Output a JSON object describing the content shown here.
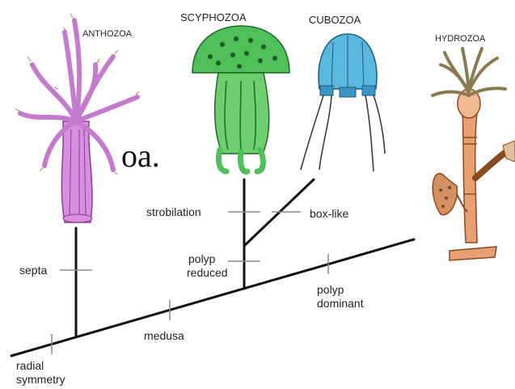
{
  "taxa": {
    "anthozoa": "ANTHOZOA",
    "scyphozoa": "SCYPHOZOA",
    "cubozoa": "CUBOZOA",
    "hydrozoa": "HYDROZOA"
  },
  "traits": {
    "radial_symmetry_1": "radial",
    "radial_symmetry_2": "symmetry",
    "septa": "septa",
    "medusa": "medusa",
    "strobilation": "strobilation",
    "polyp_reduced_1": "polyp",
    "polyp_reduced_2": "reduced",
    "box_like": "box-like",
    "polyp_dominant_1": "polyp",
    "polyp_dominant_2": "dominant"
  },
  "text_fragment": "oa.",
  "colors": {
    "anthozoa": "#d98ee0",
    "scyphozoa": "#4fbf5a",
    "cubozoa": "#5ab8e0",
    "hydrozoa": "#e8a070",
    "tree": "#111111"
  }
}
